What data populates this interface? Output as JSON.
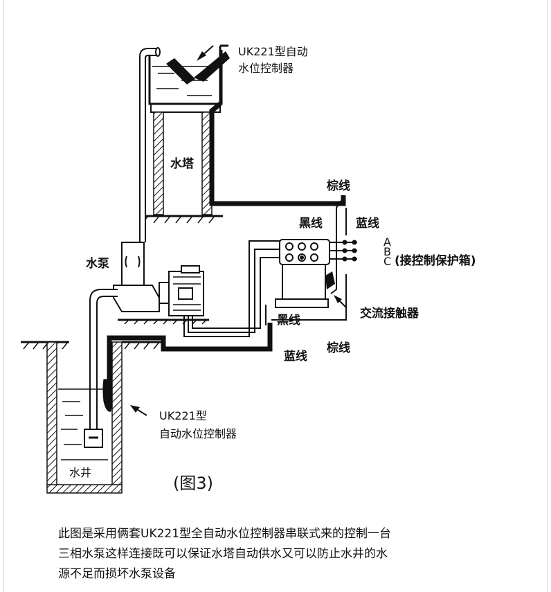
{
  "diagram": {
    "controller_top_line1": "UK221型自动",
    "controller_top_line2": "水位控制器",
    "water_tower": "水塔",
    "brown_wire_top": "棕线",
    "black_wire_top": "黑线",
    "blue_wire_top": "蓝线",
    "phase_a": "A",
    "phase_b": "B",
    "phase_c": "C",
    "control_box": "(接控制保护箱)",
    "pump": "水泵",
    "contactor": "交流接触器",
    "black_wire_bottom": "黑线",
    "blue_wire_bottom": "蓝线",
    "brown_wire_bottom": "棕线",
    "controller_bottom_line1": "UK221型",
    "controller_bottom_line2": "自动水位控制器",
    "well": "水井",
    "figure_label": "(图3)"
  },
  "caption": {
    "line1": "此图是采用俩套UK221型全自动水位控制器串联式来的控制一台",
    "line2": "三相水泵这样连接既可以保证水塔自动供水又可以防止水井的水",
    "line3": "源不足而损坏水泵设备"
  }
}
